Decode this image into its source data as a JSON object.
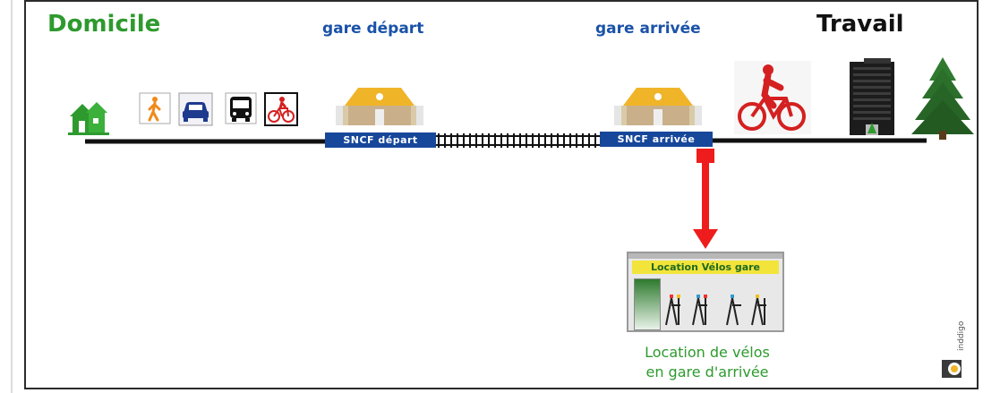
{
  "labels": {
    "home": "Domicile",
    "work": "Travail",
    "departure_station": "gare départ",
    "arrival_station": "gare arrivée",
    "sncf_departure": "SNCF départ",
    "sncf_arrival": "SNCF arrivée"
  },
  "rental": {
    "banner": "Location Vélos gare",
    "caption_line1": "Location de vélos",
    "caption_line2": "en gare d'arrivée"
  },
  "logo": {
    "text": "inddigo"
  },
  "colors": {
    "green": "#2e9a2e",
    "blue": "#1a52a8",
    "sncf_blue": "#17479a",
    "arrow_red": "#ee1c1c",
    "bike_red": "#d42020",
    "station_yellow": "#f0b429"
  },
  "icons": [
    "house-icon",
    "pedestrian-icon",
    "car-icon",
    "bus-icon",
    "bicycle-icon",
    "station-icon",
    "cyclist-icon",
    "office-building-icon",
    "tree-icon",
    "bike-rack-icon"
  ]
}
